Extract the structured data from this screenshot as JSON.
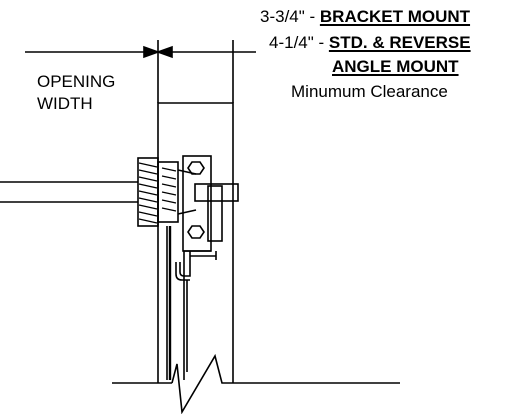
{
  "labels": {
    "opening_line1": "OPENING",
    "opening_line2": "WIDTH",
    "bracket_dim": "3-3/4\" - ",
    "bracket_text": "BRACKET MOUNT",
    "std_dim": "4-1/4\" - ",
    "std_text": "STD. & REVERSE",
    "angle_text": "ANGLE MOUNT",
    "clearance": "Minumum Clearance"
  }
}
